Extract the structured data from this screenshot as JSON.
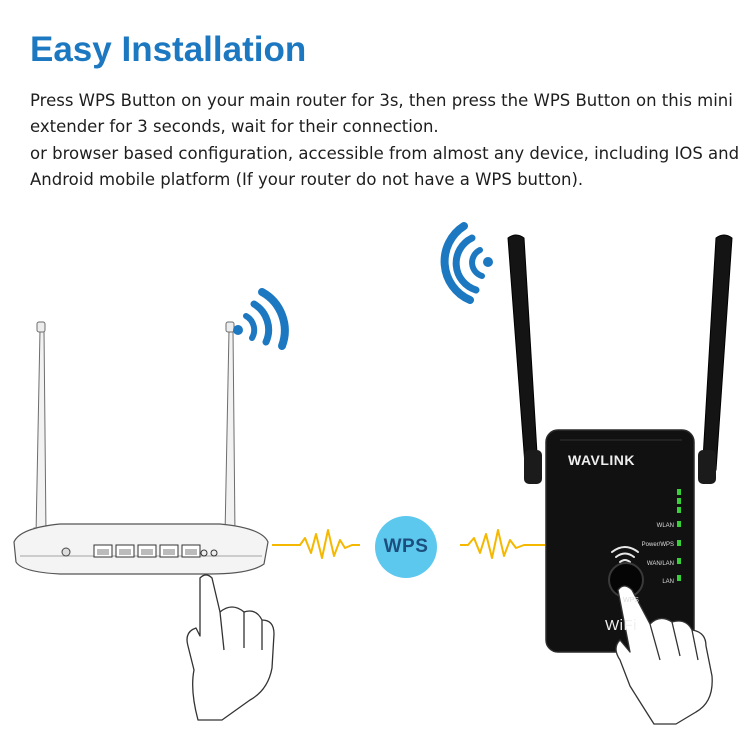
{
  "heading": "Easy Installation",
  "paragraph_1": "Press WPS Button on your main router for 3s, then press the WPS Button on this mini extender for 3 seconds, wait for their connection.",
  "paragraph_2": "or browser based configuration, accessible from almost  any device, including IOS and Android mobile platform (If your router do not have a WPS button).",
  "badge_label": "WPS",
  "extender": {
    "brand": "WAVLINK",
    "led_labels": [
      "WLAN",
      "Power/WPS",
      "WAN/LAN",
      "LAN"
    ],
    "button_label": "WPS",
    "wifi_label": "WiFi"
  },
  "colors": {
    "heading": "#1c78c0",
    "signal_waves": "#1c78c0",
    "badge": "#5cc8ee",
    "pulse_line": "#f5b800",
    "led_green": "#38d13a"
  },
  "icons": [
    "wifi-signal-icon",
    "wps-wave-icon"
  ]
}
